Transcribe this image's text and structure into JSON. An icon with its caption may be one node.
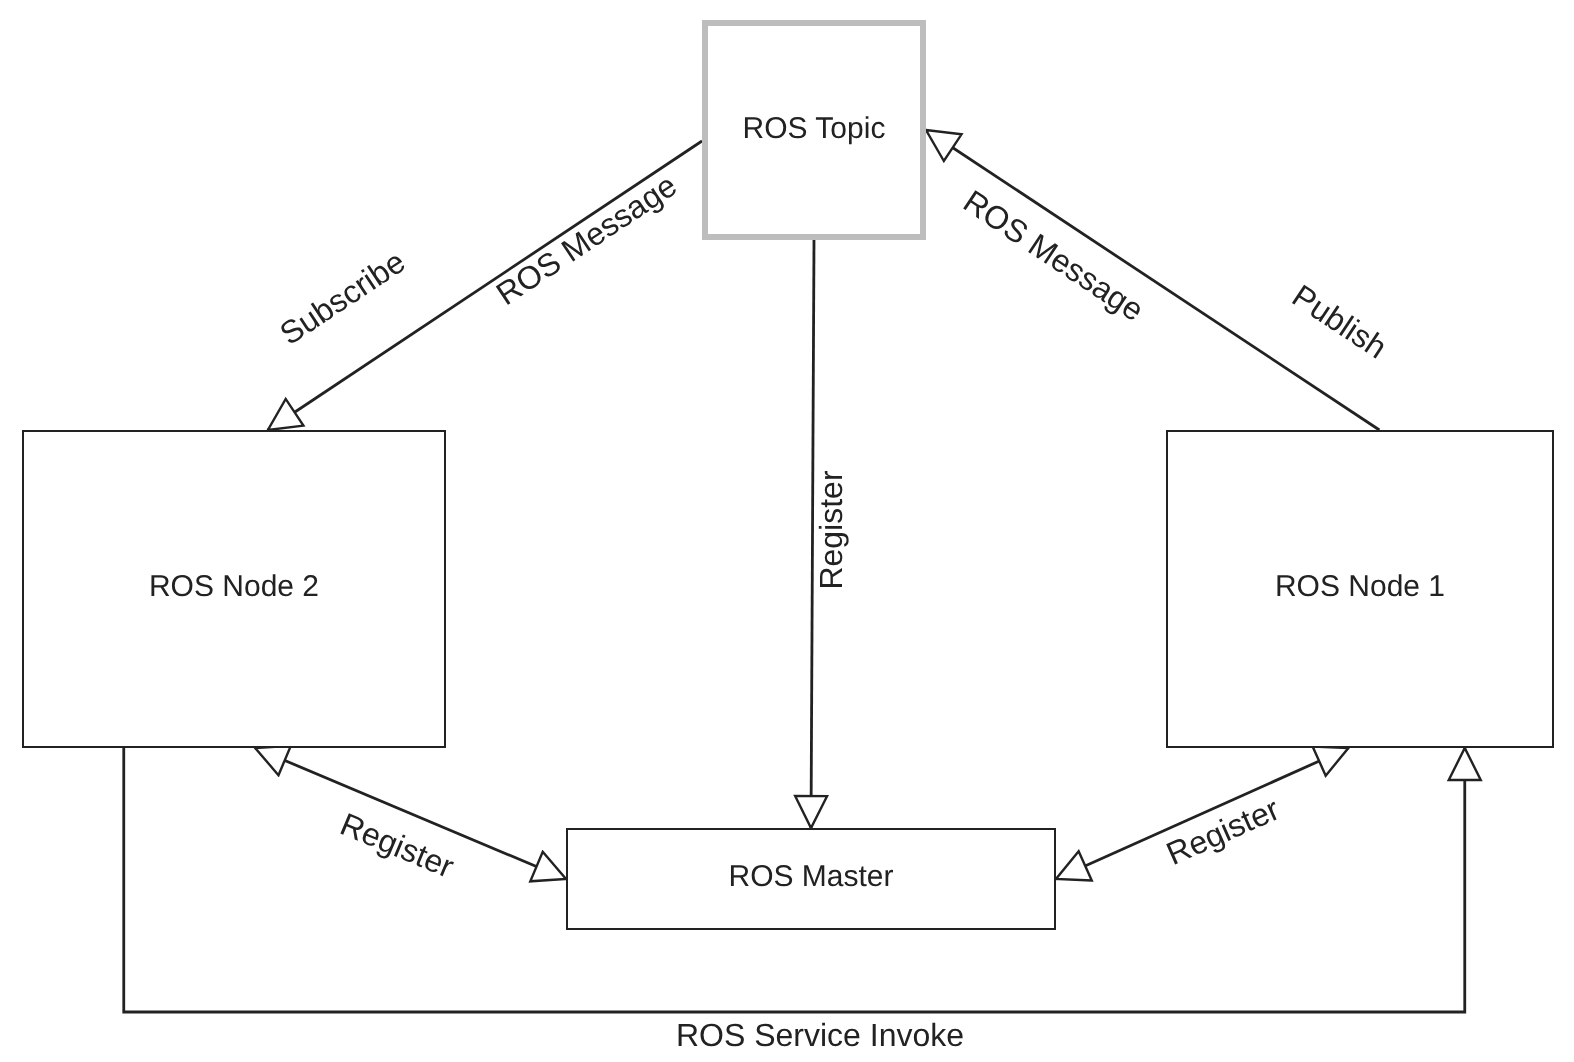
{
  "diagram": {
    "nodes": [
      {
        "text": [
          "ROS Topic"
        ]
      },
      {
        "text": [
          "ROS Node 2"
        ]
      },
      {
        "text": [
          "ROS Node 1"
        ]
      },
      {
        "text": [
          "ROS Master"
        ]
      }
    ],
    "edges": [
      {
        "from": 2,
        "to": 0,
        "arrow": "to",
        "label": "ROS Message"
      },
      {
        "from": 0,
        "to": 1,
        "arrow": "to",
        "label": "ROS Message"
      },
      {
        "from": 0,
        "to": 3,
        "arrow": "to",
        "label": "Register"
      },
      {
        "from": 1,
        "to": 3,
        "arrow": "both",
        "label": "Register"
      },
      {
        "from": 2,
        "to": 3,
        "arrow": "both",
        "label": "Register"
      },
      {
        "from": 1,
        "to": 2,
        "arrow": "to",
        "label": "ROS Service Invoke"
      }
    ],
    "labels": [
      "Subscribe",
      "Publish"
    ]
  }
}
